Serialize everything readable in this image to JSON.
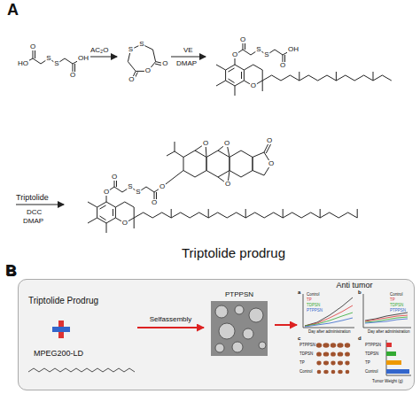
{
  "diagram": {
    "nodes": [
      {
        "text": [
          "B"
        ]
      },
      {
        "text": [
          "Triptolide Prodrug",
          "MPEG200-LD"
        ],
        "in": 0
      },
      {
        "text": [
          "PTPPSN"
        ],
        "in": 0
      },
      {
        "text": [
          "Anti tumor"
        ],
        "in": 0
      }
    ],
    "edges": [
      {
        "from": 1,
        "to": 2,
        "arrow": "to",
        "label": "Selfassembly"
      },
      {
        "from": 2,
        "to": 3,
        "arrow": "to"
      }
    ],
    "labels": [
      "A",
      "AC₂O",
      "VE",
      "DMAP",
      "Triptolide",
      "DCC",
      "DMAP",
      "Triptolide prodrug",
      "B",
      "HO",
      "O",
      "S",
      "S",
      "O",
      "OH",
      "S",
      "S",
      "O",
      "O",
      "O",
      "O",
      "O",
      "S",
      "S",
      "O",
      "OH",
      "O",
      "O",
      "O",
      "S",
      "S",
      "O",
      "O",
      "O",
      "O",
      "O",
      "O",
      "O",
      "O",
      "a",
      "b",
      "c",
      "d",
      "Control",
      "TP",
      "TDPSN",
      "PTPPSN",
      "Control",
      "TP",
      "TDPSN",
      "PTPPSN",
      "PTPPSN",
      "TDPSN",
      "TP",
      "Control",
      "PTPPSN",
      "TDPSN",
      "TP",
      "Control",
      "Day after administration",
      "Day after administration",
      "Tumor Weight (g)"
    ]
  }
}
